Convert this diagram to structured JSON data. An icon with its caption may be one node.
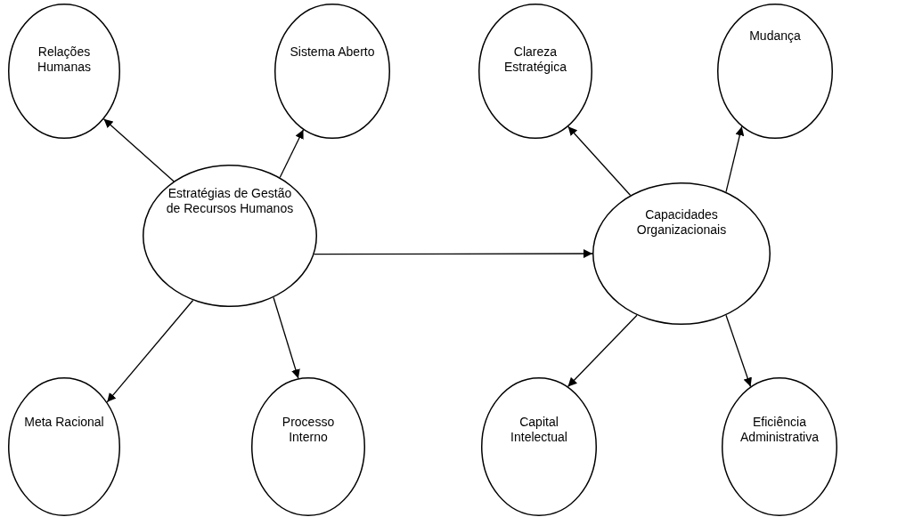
{
  "diagram": {
    "nodes": [
      {
        "text": [
          "Relações Humanas"
        ]
      },
      {
        "text": [
          "Sistema Aberto"
        ]
      },
      {
        "text": [
          "Clareza Estratégica"
        ]
      },
      {
        "text": [
          "Mudança"
        ]
      },
      {
        "text": [
          "Estratégias de Gestão de Recursos Humanos"
        ]
      },
      {
        "text": [
          "Capacidades Organizacionais"
        ]
      },
      {
        "text": [
          "Meta Racional"
        ]
      },
      {
        "text": [
          "Processo Interno"
        ]
      },
      {
        "text": [
          "Capital Intelectual"
        ]
      },
      {
        "text": [
          "Eficiência Administrativa"
        ]
      }
    ],
    "edges": [
      {
        "from": 4,
        "to": 0,
        "arrow": "to"
      },
      {
        "from": 4,
        "to": 1,
        "arrow": "to"
      },
      {
        "from": 4,
        "to": 5,
        "arrow": "to"
      },
      {
        "from": 4,
        "to": 6,
        "arrow": "to"
      },
      {
        "from": 4,
        "to": 7,
        "arrow": "to"
      },
      {
        "from": 5,
        "to": 2,
        "arrow": "to"
      },
      {
        "from": 5,
        "to": 3,
        "arrow": "to"
      },
      {
        "from": 5,
        "to": 8,
        "arrow": "to"
      },
      {
        "from": 5,
        "to": 9,
        "arrow": "to"
      }
    ]
  }
}
